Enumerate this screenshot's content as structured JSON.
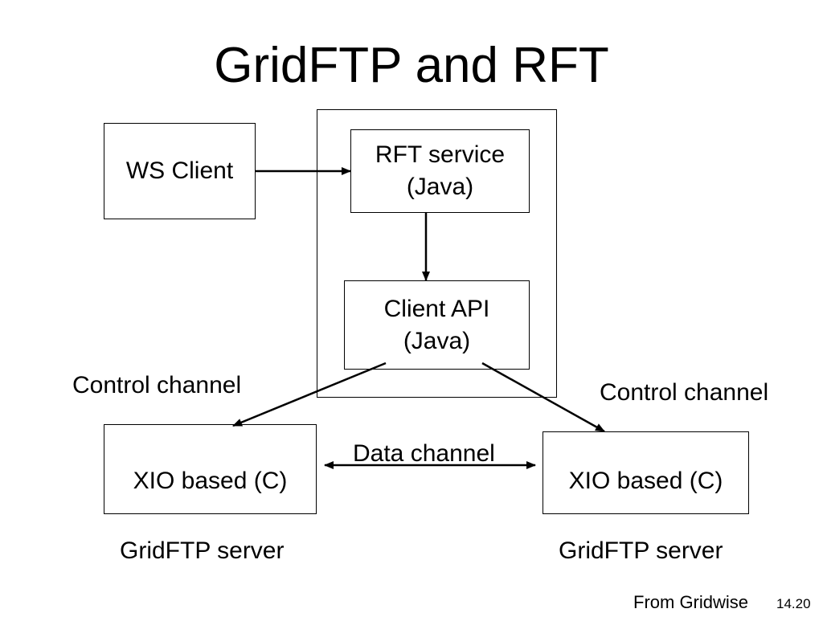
{
  "title": "GridFTP and RFT",
  "nodes": {
    "ws_client": "WS Client",
    "rft_service": {
      "line1": "RFT service",
      "line2": "(Java)"
    },
    "client_api": {
      "line1": "Client API",
      "line2": "(Java)"
    },
    "xio_left": "XIO based (C)",
    "xio_right": "XIO based (C)"
  },
  "labels": {
    "control_channel_left": "Control channel",
    "control_channel_right": "Control channel",
    "data_channel": "Data channel",
    "gridftp_server_left": "GridFTP server",
    "gridftp_server_right": "GridFTP server"
  },
  "footer": {
    "source": "From Gridwise",
    "slide_number": "14.20"
  },
  "colors": {
    "stroke": "#000000",
    "background": "#ffffff"
  }
}
